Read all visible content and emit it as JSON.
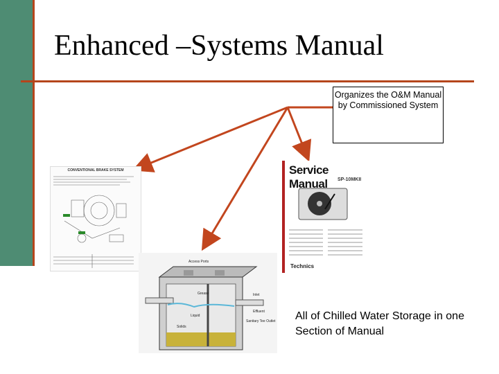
{
  "slide": {
    "title": "Enhanced –Systems Manual",
    "callout": "Organizes the O&M Manual by Commissioned System",
    "caption": "All of Chilled Water Storage in one Section of Manual"
  },
  "thumbnails": {
    "left_doc_title": "CONVENTIONAL BRAKE SYSTEM",
    "service_manual_title": "Service Manual",
    "service_manual_model": "SP-10MKII",
    "service_manual_brand": "Technics"
  },
  "tank_labels": {
    "access": "Access Ports",
    "grease": "Grease",
    "liquid": "Liquid",
    "solids": "Solids",
    "inlet": "Inlet",
    "effluent": "Effluent",
    "sanitary": "Sanitary Tee Outlet"
  },
  "colors": {
    "accent": "#b5451b",
    "sidebar": "#4e8c73",
    "arrow": "#c2461e"
  }
}
